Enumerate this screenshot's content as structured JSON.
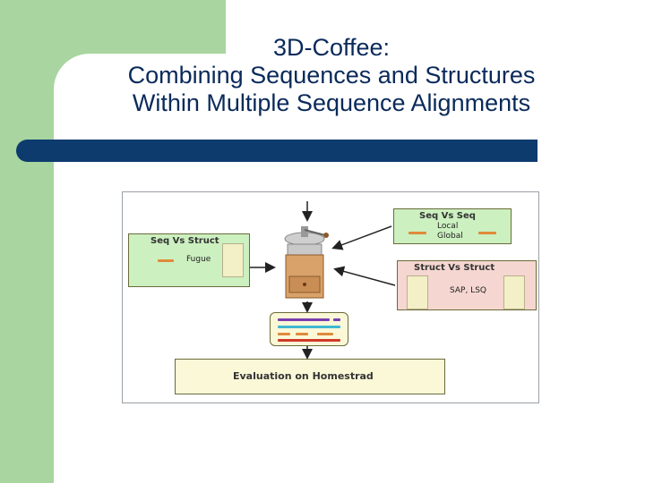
{
  "title": {
    "line1": "3D-Coffee:",
    "line2": "Combining Sequences and Structures",
    "line3": "Within Multiple Sequence Alignments"
  },
  "diagram": {
    "seq_vs_struct": {
      "header": "Seq Vs Struct",
      "method": "Fugue"
    },
    "seq_vs_seq": {
      "header": "Seq Vs Seq",
      "local": "Local",
      "global": "Global"
    },
    "struct_vs_struct": {
      "header": "Struct Vs Struct",
      "method": "SAP, LSQ"
    },
    "evaluation": {
      "label": "Evaluation on Homestrad"
    }
  },
  "colors": {
    "sidebar": "#a8d5a0",
    "title_text": "#0a2a5a",
    "rule": "#0d3b6e",
    "green_box": "#ccf0c0",
    "pink_box": "#f5d6d0",
    "yellow_box": "#fbf8d8",
    "dash_orange": "#e08a3a",
    "dash_purple": "#7a3fb0",
    "dash_cyan": "#3fb8d0",
    "dash_red": "#d03a2a"
  }
}
